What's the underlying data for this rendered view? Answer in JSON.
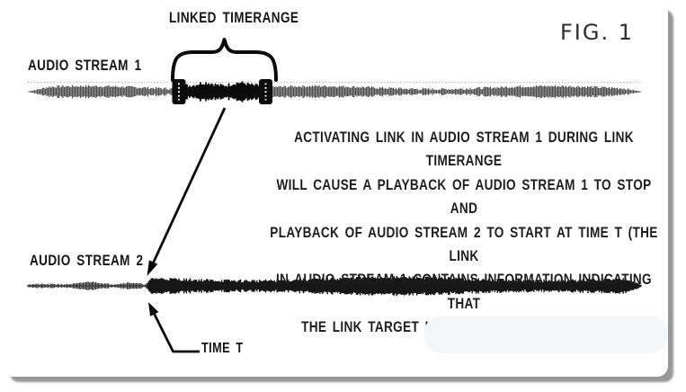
{
  "figure": {
    "fig_label": "FIG. 1",
    "linked_timerange_label": "LINKED TIMERANGE",
    "stream1_label": "AUDIO STREAM 1",
    "stream2_label": "AUDIO STREAM 2",
    "time_t_label": "TIME T",
    "annotation_lines": [
      "ACTIVATING LINK IN AUDIO STREAM 1 DURING LINK TIMERANGE",
      "WILL CAUSE A PLAYBACK OF AUDIO STREAM 1 TO STOP AND",
      "PLAYBACK OF AUDIO STREAM 2 TO START AT TIME T (THE LINK",
      "IN AUDIO STREAM 1 CONTAINS INFORMATION INDICATING THAT",
      "THE LINK TARGET IS AUDIO STREAM 2 AT TIME T"
    ],
    "colors": {
      "ink": "#111111",
      "frame_shadow": "#979797",
      "background": "#ffffff",
      "smudge": "#f4f7fa"
    }
  }
}
